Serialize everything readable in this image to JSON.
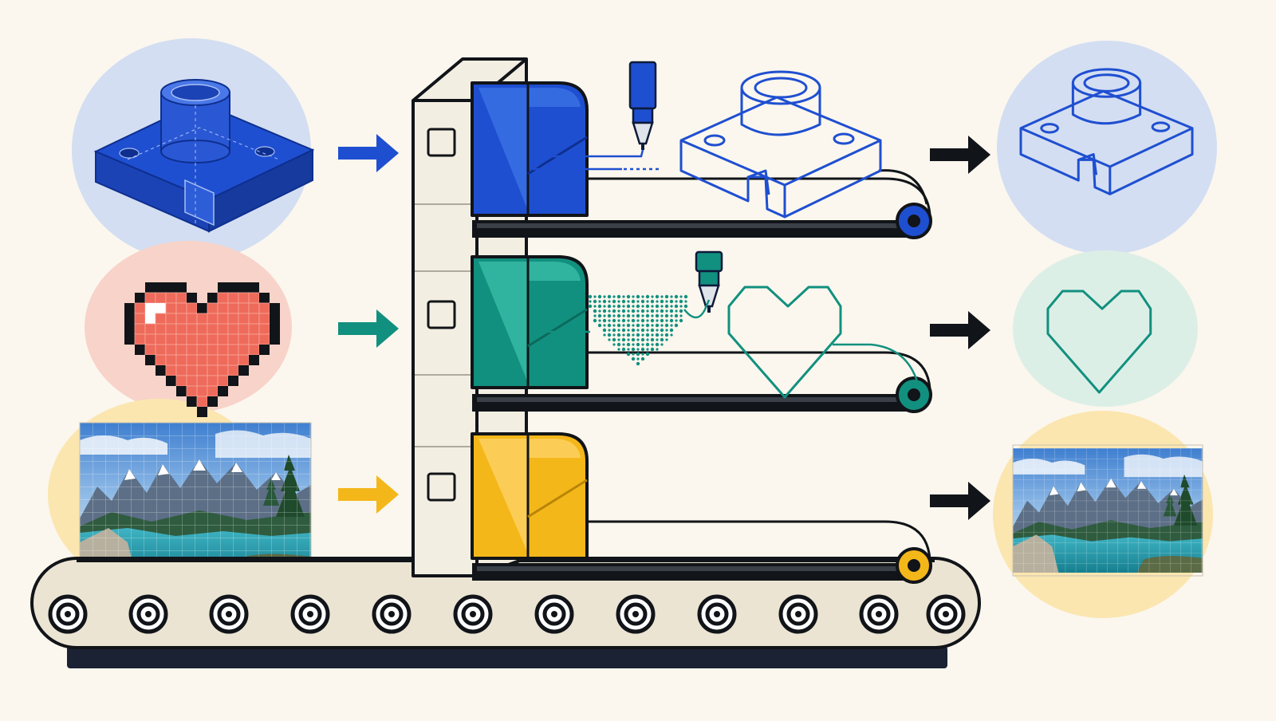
{
  "palette": {
    "background": "#fbf7ee",
    "ink": "#111418",
    "blue": "#1f4fd1",
    "blue_light": "#3d74e6",
    "blue_halo": "#d3def2",
    "teal": "#12907f",
    "teal_light": "#3bbfaa",
    "teal_halo": "#dcefe6",
    "red": "#ee6a5a",
    "red_light": "#f7a89b",
    "red_halo": "#f8d3c9",
    "gold": "#f4b71a",
    "gold_light": "#ffd46b",
    "gold_halo": "#fbe6b0",
    "cream": "#f3eee2",
    "belt": "#ece4d3"
  },
  "pipelines": [
    {
      "id": "vector-3d-part",
      "input_icon": "blueprint-part-icon",
      "output_icon": "outline-part-icon",
      "color": "blue"
    },
    {
      "id": "pixel-heart",
      "input_icon": "pixel-heart-icon",
      "output_icon": "outline-heart-icon",
      "color": "teal"
    },
    {
      "id": "landscape-photo",
      "input_icon": "mountain-lake-photo-icon",
      "output_icon": "mountain-lake-photo-icon",
      "color": "gold"
    }
  ],
  "icons": [
    "arrow-right-icon",
    "pen-tool-icon",
    "conveyor-roller-icon"
  ]
}
